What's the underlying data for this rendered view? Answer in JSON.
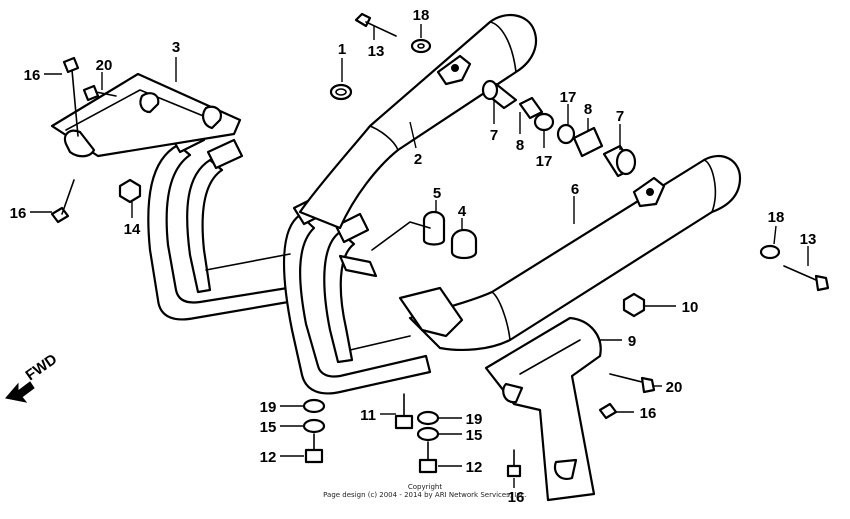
{
  "diagram": {
    "callouts": {
      "c1": "1",
      "c2": "2",
      "c3": "3",
      "c4": "4",
      "c5": "5",
      "c6": "6",
      "c7a": "7",
      "c7b": "7",
      "c8a": "8",
      "c8b": "8",
      "c9": "9",
      "c10": "10",
      "c11": "11",
      "c12a": "12",
      "c12b": "12",
      "c13a": "13",
      "c13b": "13",
      "c14": "14",
      "c15a": "15",
      "c15b": "15",
      "c16a": "16",
      "c16b": "16",
      "c16c": "16",
      "c16d": "16",
      "c17a": "17",
      "c17b": "17",
      "c18a": "18",
      "c18b": "18",
      "c19a": "19",
      "c19b": "19",
      "c20a": "20",
      "c20b": "20"
    },
    "fwd_label": "FWD",
    "footer": {
      "line1": "Copyright",
      "line2": "Page design (c) 2004 - 2014 by ARI Network Services, Inc."
    }
  }
}
